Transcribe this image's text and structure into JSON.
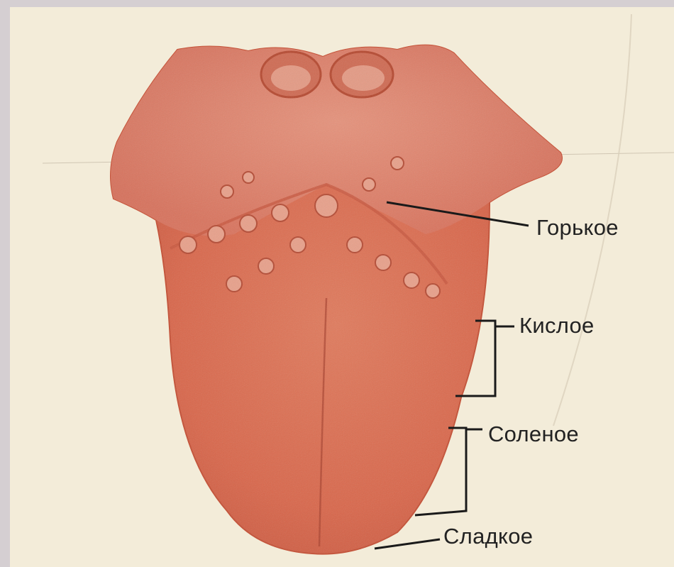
{
  "labels": {
    "bitter": "Горькое",
    "sour": "Кислое",
    "salty": "Соленое",
    "sweet": "Сладкое"
  },
  "colors": {
    "paper": "#f3ecd9",
    "tongue_main": "#d9664a",
    "tongue_light": "#e8907a",
    "tongue_dark": "#b8442f",
    "leader_line": "#1a1a1a"
  }
}
